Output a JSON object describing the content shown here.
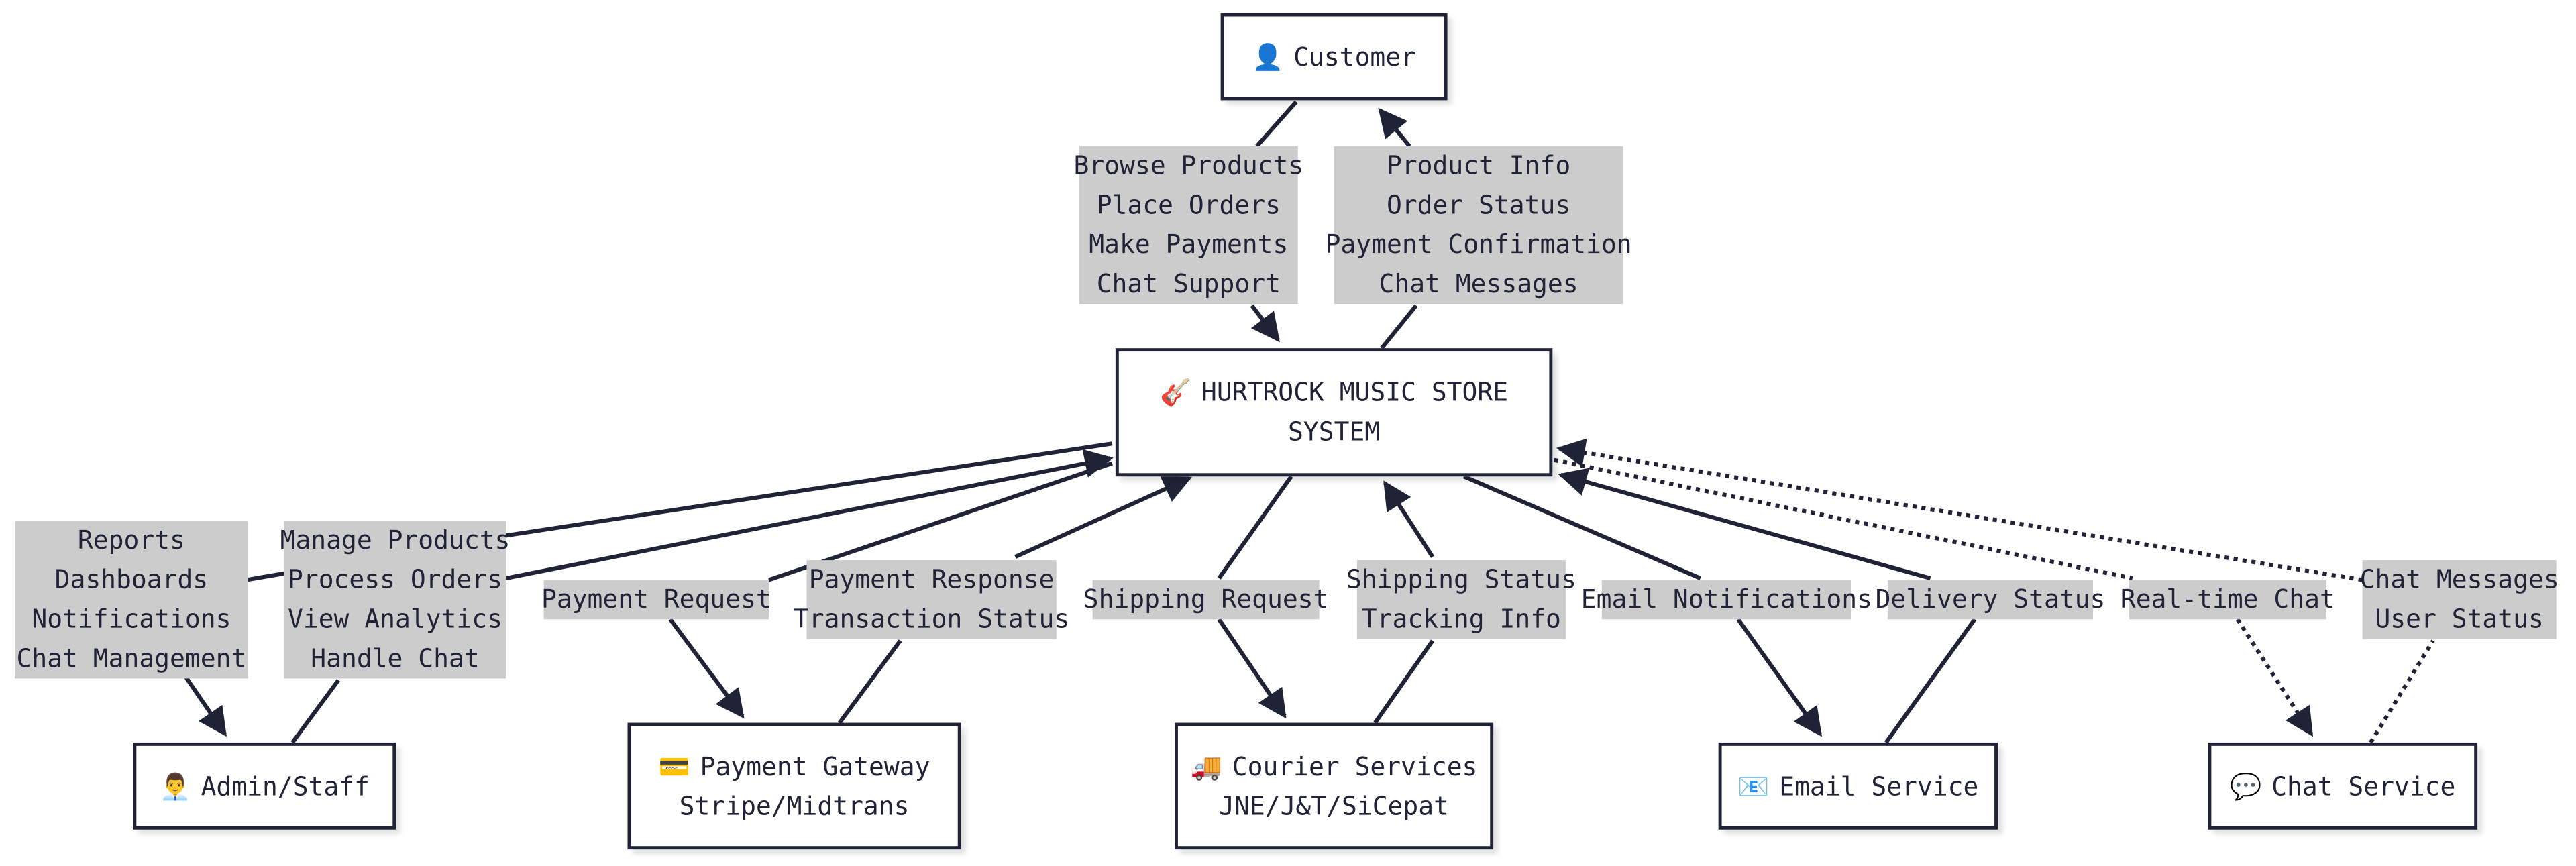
{
  "nodes": {
    "customer": {
      "icon": "👤",
      "label": "Customer"
    },
    "system": {
      "icon": "🎸",
      "line1": "HURTROCK MUSIC STORE",
      "line2": "SYSTEM"
    },
    "admin": {
      "icon": "👨‍💼",
      "label": "Admin/Staff"
    },
    "payment": {
      "icon": "💳",
      "line1": "Payment Gateway",
      "line2": "Stripe/Midtrans"
    },
    "courier": {
      "icon": "🚚",
      "line1": "Courier Services",
      "line2": "JNE/J&T/SiCepat"
    },
    "email": {
      "icon": "📧",
      "label": "Email Service"
    },
    "chat": {
      "icon": "💬",
      "label": "Chat Service"
    }
  },
  "edges": {
    "customer_to_system": [
      "Browse Products",
      "Place Orders",
      "Make Payments",
      "Chat Support"
    ],
    "system_to_customer": [
      "Product Info",
      "Order Status",
      "Payment Confirmation",
      "Chat Messages"
    ],
    "system_to_admin": [
      "Reports",
      "Dashboards",
      "Notifications",
      "Chat Management"
    ],
    "admin_to_system": [
      "Manage Products",
      "Process Orders",
      "View Analytics",
      "Handle Chat"
    ],
    "system_to_payment": [
      "Payment Request"
    ],
    "payment_to_system": [
      "Payment Response",
      "Transaction Status"
    ],
    "system_to_courier": [
      "Shipping Request"
    ],
    "courier_to_system": [
      "Shipping Status",
      "Tracking Info"
    ],
    "system_to_email": [
      "Email Notifications"
    ],
    "email_to_system": [
      "Delivery Status"
    ],
    "system_to_chat": [
      "Real-time Chat"
    ],
    "chat_to_system": [
      "Chat Messages",
      "User Status"
    ]
  },
  "colors": {
    "stroke": "#1f2335",
    "label_bg": "#cccccc",
    "background": "#ffffff"
  }
}
